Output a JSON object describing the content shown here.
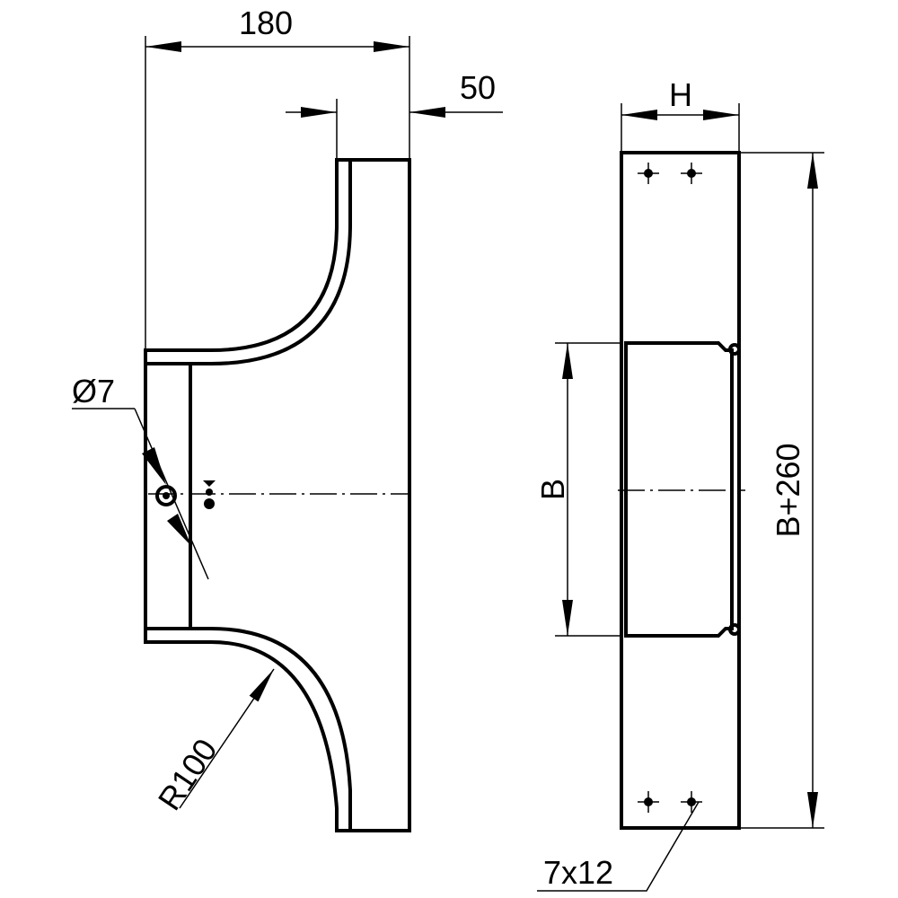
{
  "dimensions": {
    "width_total": "180",
    "offset": "50",
    "hole_diameter": "Ø7",
    "radius": "R100",
    "height": "H",
    "b": "B",
    "b_plus": "B+260",
    "slot": "7x12"
  },
  "colors": {
    "line": "#000000",
    "background": "#ffffff"
  }
}
